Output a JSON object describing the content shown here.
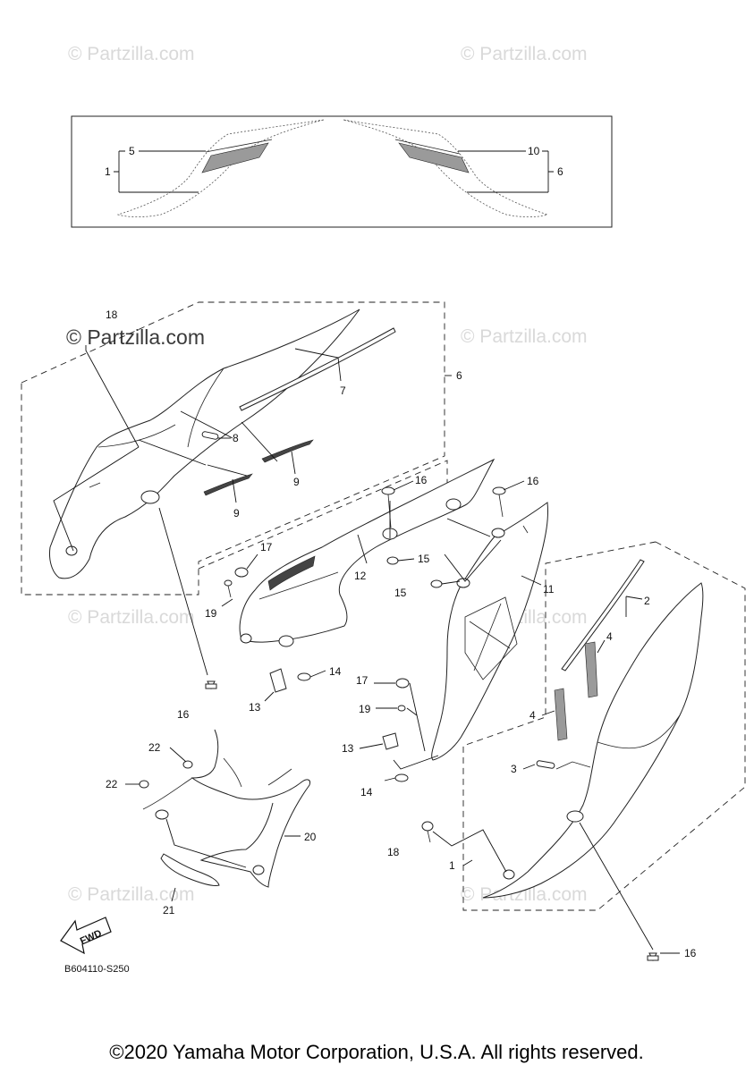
{
  "watermarks": {
    "text": "© Partzilla.com",
    "strong_text": "© Partzilla.com"
  },
  "diagram_code": "B604110-S250",
  "fwd_label": "FWD",
  "copyright": "©2020 Yamaha Motor Corporation, U.S.A. All rights reserved.",
  "callouts": {
    "c1a": "1",
    "c5": "5",
    "c10": "10",
    "c6a": "6",
    "c18a": "18",
    "c6b": "6",
    "c7": "7",
    "c8": "8",
    "c9a": "9",
    "c9b": "9",
    "c16a": "16",
    "c16b": "16",
    "c12": "12",
    "c11": "11",
    "c15a": "15",
    "c15b": "15",
    "c17a": "17",
    "c19a": "19",
    "c14a": "14",
    "c13a": "13",
    "c16c": "16",
    "c2": "2",
    "c4a": "4",
    "c4b": "4",
    "c3": "3",
    "c17b": "17",
    "c19b": "19",
    "c13b": "13",
    "c14b": "14",
    "c22a": "22",
    "c22b": "22",
    "c20": "20",
    "c21": "21",
    "c18b": "18",
    "c1b": "1",
    "c16d": "16"
  }
}
